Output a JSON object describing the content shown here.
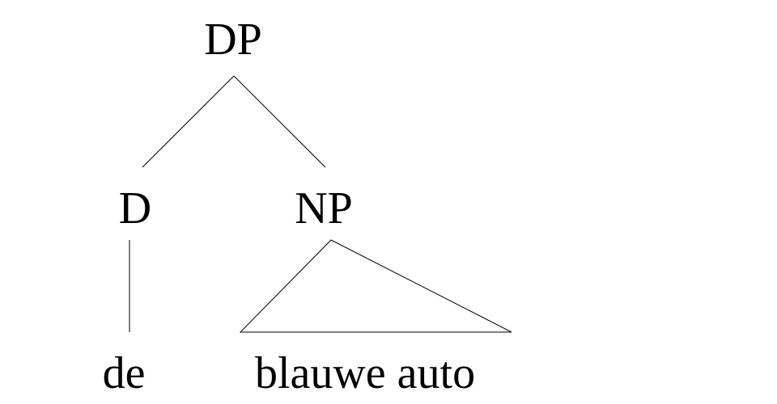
{
  "tree": {
    "root": "DP",
    "determiner": "D",
    "noun_phrase": "NP",
    "determiner_word": "de",
    "noun_phrase_words": "blauwe auto"
  },
  "colors": {
    "background": "#ffffff",
    "ink": "#000000"
  }
}
